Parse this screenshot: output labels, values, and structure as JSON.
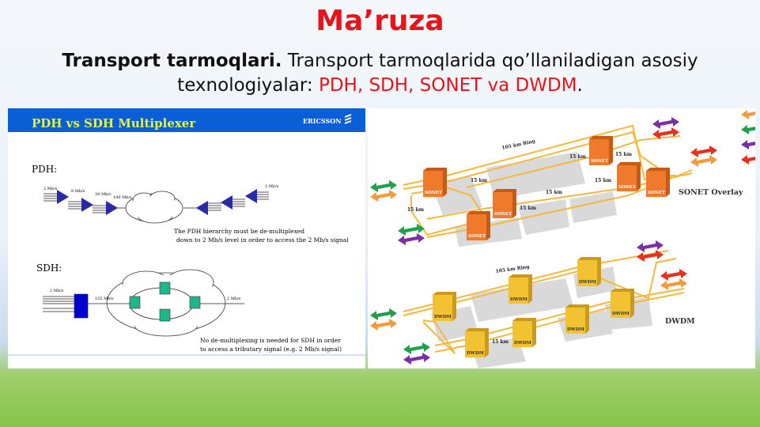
{
  "slide": {
    "title": "Ma’ruza",
    "subtitle_bold": "Transport tarmoqlari.",
    "subtitle_text": " Transport tarmoqlarida qo’llaniladigan asosiy texnologiyalar: ",
    "subtitle_red": "PDH, SDH, SONET va DWDM",
    "subtitle_end": "."
  },
  "left_figure": {
    "header": "PDH vs SDH Multiplexer",
    "logo": "ERICSSON",
    "pdh_label": "PDH:",
    "pdh_rates": [
      "2 Mb/s",
      "8 Mb/s",
      "34 Mb/s",
      "140 Mb/s",
      "2 Mb/s"
    ],
    "pdh_note_1": "The PDH hierarchy must be de-multiplexed",
    "pdh_note_2": "down to 2 Mb/s level in order to access the 2 Mb/s signal",
    "sdh_label": "SDH:",
    "sdh_rates": [
      "2 Mb/s",
      "155 Mb/s",
      "2 Mb/s"
    ],
    "sdh_note_1": "No de-multiplexing is needed for SDH in order",
    "sdh_note_2": "to access a tributary signal (e.g. 2 Mb/s signal)",
    "colors": {
      "header": "#0a5fd6",
      "header_text": "#e6f53c",
      "mux": "#2a2aa8",
      "node": "#1fb68a"
    }
  },
  "right_figure": {
    "sonet_ring": "105 km Ring",
    "sonet_label": "SONET Overlay",
    "sonet_node": "SONET",
    "span": "15 km",
    "dwdm_ring": "105 km Ring",
    "dwdm_label": "DWDM",
    "dwdm_node": "DWDM",
    "colors": {
      "sonet": "#ef7a2c",
      "dwdm": "#f2c233",
      "fiber": "#f5b83d",
      "green": "#1fa04a",
      "orange": "#f39a3a",
      "purple": "#7b2fa6",
      "red": "#e8301e"
    }
  }
}
